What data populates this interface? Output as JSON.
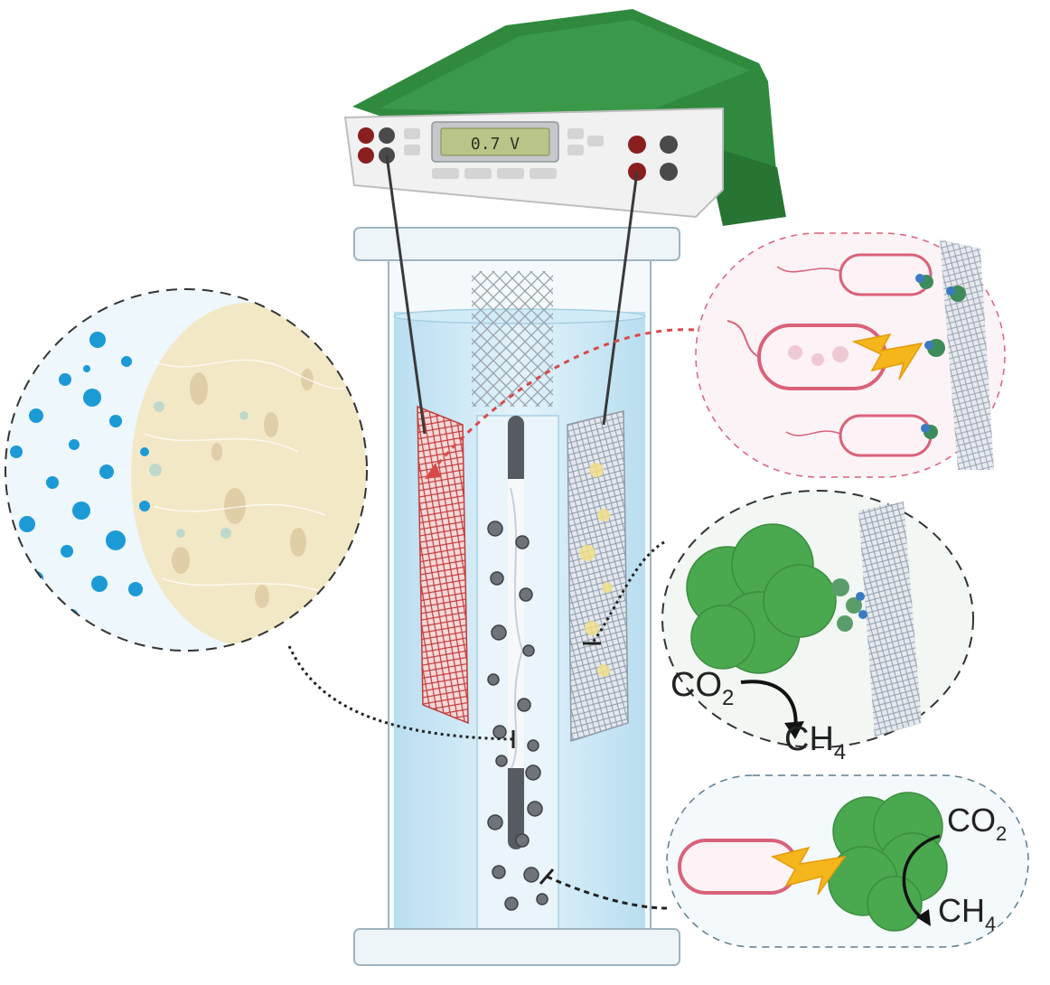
{
  "potentiostat": {
    "display": "0.7 V",
    "colors": {
      "body": "#f1f1f1",
      "lid": "#2f8a3e",
      "screen": "#b9c489",
      "red_port": "#8a1f1f",
      "gray_port": "#4a4a4a"
    }
  },
  "labels": {
    "co2_mid": "CO",
    "co2_mid_sub": "2",
    "ch4_mid": "CH",
    "ch4_mid_sub": "4",
    "co2_bottom": "CO",
    "co2_bottom_sub": "2",
    "ch4_bottom": "CH",
    "ch4_bottom_sub": "4"
  },
  "colors": {
    "water": "#cde9f6",
    "glass": "#eaf4f9",
    "anode_mesh": "#c23b3b",
    "cathode_mesh": "#8f9aa8",
    "droplet": "#1b9ad6",
    "membrane": "#f3e8c6",
    "bacteria_outline": "#d9627a",
    "archaea": "#4aa84e",
    "lightning": "#f4b61b",
    "dashed_red": "#d84a4a",
    "dashed_dark": "#222222"
  }
}
